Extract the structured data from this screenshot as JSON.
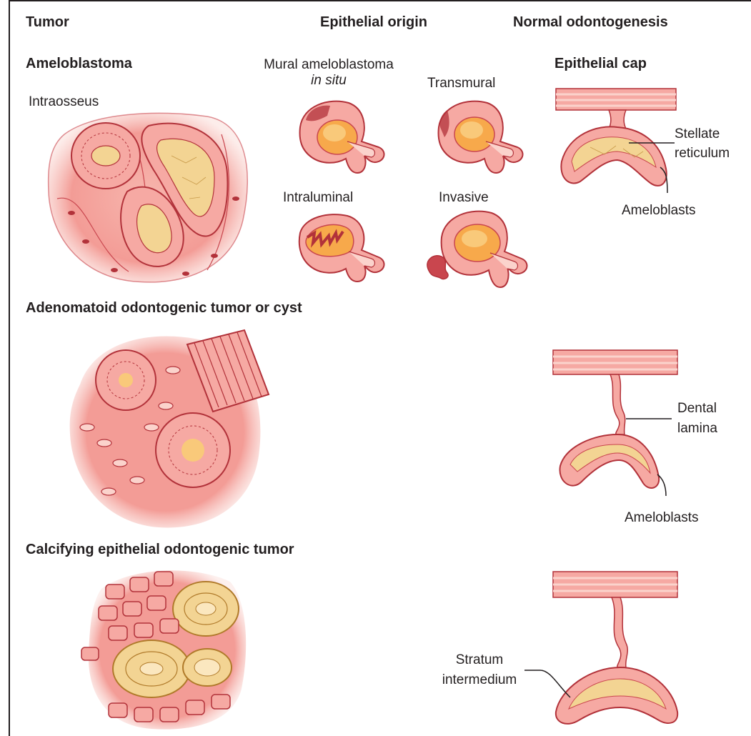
{
  "headers": {
    "tumor": "Tumor",
    "epithelial_origin": "Epithelial origin",
    "normal_odontogenesis": "Normal odontogenesis"
  },
  "ameloblastoma": {
    "title": "Ameloblastoma",
    "intraosseus": "Intraosseus",
    "mural_line1": "Mural ameloblastoma",
    "mural_line2": "in situ",
    "transmural": "Transmural",
    "intraluminal": "Intraluminal",
    "invasive": "Invasive"
  },
  "epithelial_cap": {
    "title": "Epithelial cap",
    "stellate_line1": "Stellate",
    "stellate_line2": "reticulum",
    "ameloblasts": "Ameloblasts"
  },
  "adenomatoid": {
    "title": "Adenomatoid odontogenic tumor or cyst"
  },
  "dental_lamina_stage": {
    "dental_line1": "Dental",
    "dental_line2": "lamina",
    "ameloblasts": "Ameloblasts"
  },
  "calcifying": {
    "title": "Calcifying epithelial odontogenic tumor"
  },
  "stratum_stage": {
    "stratum_line1": "Stratum",
    "stratum_line2": "intermedium"
  },
  "colors": {
    "outline": "#b2323a",
    "tissue_pink": "#f08a8a",
    "tissue_light": "#fbd3cc",
    "cell_fill": "#f6a9a3",
    "stellate_gold": "#f3d493",
    "tooth_orange": "#f7a94b",
    "calcification": "#d9a85a",
    "text": "#231f20"
  }
}
